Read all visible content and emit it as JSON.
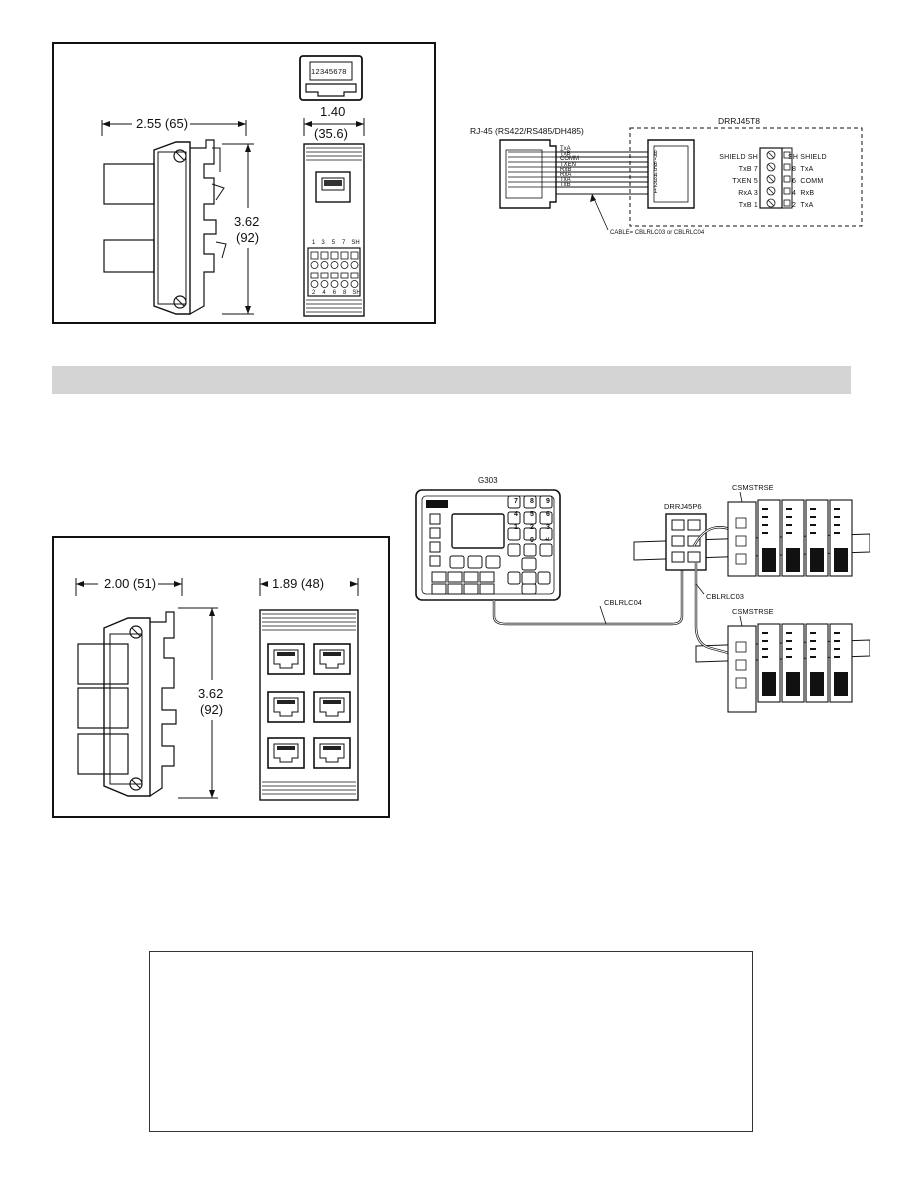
{
  "drrj45t8_dims": {
    "width_label": "2.55 (65)",
    "depth_label": "1.40",
    "depth_mm": "(35.6)",
    "height_label": "3.62",
    "height_mm": "(92)",
    "jack_pins": "12345678",
    "terminal_top": [
      "1",
      "3",
      "5",
      "7",
      "SH"
    ],
    "terminal_bottom": [
      "2",
      "4",
      "6",
      "8",
      "SH"
    ]
  },
  "wiring": {
    "source_title": "RJ-45 (RS422/RS485/DH485)",
    "target_title": "DRRJ45T8",
    "cable_label": "CABLE= CBLRLC03 or CBLRLC04",
    "wire_labels": [
      "TxA",
      "TxB",
      "COMM",
      "TXEN",
      "RxB",
      "RxA",
      "TxA",
      "TxB"
    ],
    "pin_numbers": [
      "8",
      "7",
      "6",
      "5",
      "4",
      "3",
      "2",
      "1"
    ],
    "left_terminals": [
      {
        "signal": "SHIELD",
        "num": "SH"
      },
      {
        "signal": "TxB",
        "num": "7"
      },
      {
        "signal": "TXEN",
        "num": "5"
      },
      {
        "signal": "RxA",
        "num": "3"
      },
      {
        "signal": "TxB",
        "num": "1"
      }
    ],
    "right_terminals": [
      {
        "num": "SH",
        "signal": "SHIELD"
      },
      {
        "num": "8",
        "signal": "TxA"
      },
      {
        "num": "6",
        "signal": "COMM"
      },
      {
        "num": "4",
        "signal": "RxB"
      },
      {
        "num": "2",
        "signal": "TxA"
      }
    ]
  },
  "drrj45p6_dims": {
    "width_label": "2.00 (51)",
    "depth_label": "1.89 (48)",
    "height_label": "3.62",
    "height_mm": "(92)"
  },
  "system": {
    "hmi_label": "G303",
    "hub_label": "DRRJ45P6",
    "csm_label_top": "CSMSTRSE",
    "csm_label_bottom": "CSMSTRSE",
    "cable_hmi": "CBLRLC04",
    "cable_rack": "CBLRLC03",
    "keypad_digits": [
      "7",
      "8",
      "9",
      "4",
      "5",
      "6",
      "1",
      "2",
      "3",
      "-",
      "0",
      "+/-"
    ]
  }
}
